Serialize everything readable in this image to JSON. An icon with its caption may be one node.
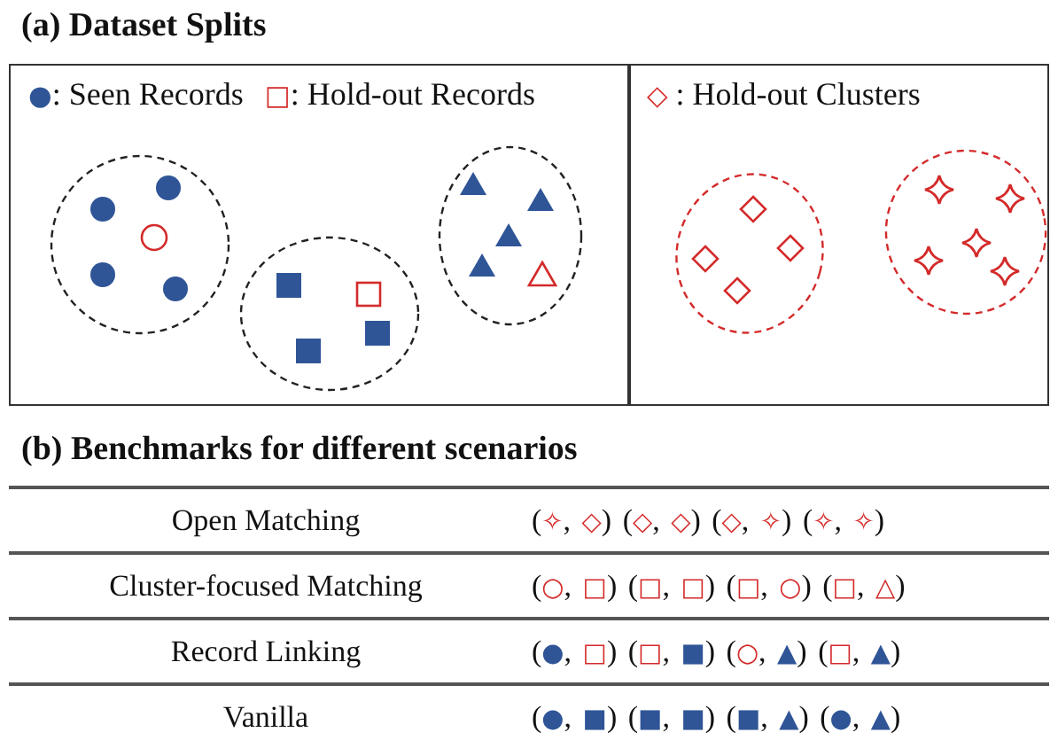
{
  "diagram": {
    "labels": [
      "(a) Dataset Splits",
      "(b) Benchmarks for different scenarios",
      "Open Matching",
      "(✧, ◇) (◇, ◇) (◇, ✧) (✧, ✧)",
      "Cluster-focused Matching",
      "(○, □) (□, □) (□, ○) (□, △)",
      "Record Linking",
      "(●, □) (□, ■) (○, ▲) (□, ▲)",
      "Vanilla",
      "(●, ■) (■, ■) (■, ▲) (●, ▲)"
    ],
    "legend": [
      {
        "text": "●: Seen Records"
      },
      {
        "text": "□: Hold-out Records"
      },
      {
        "text": "◇ : Hold-out Clusters"
      }
    ]
  }
}
